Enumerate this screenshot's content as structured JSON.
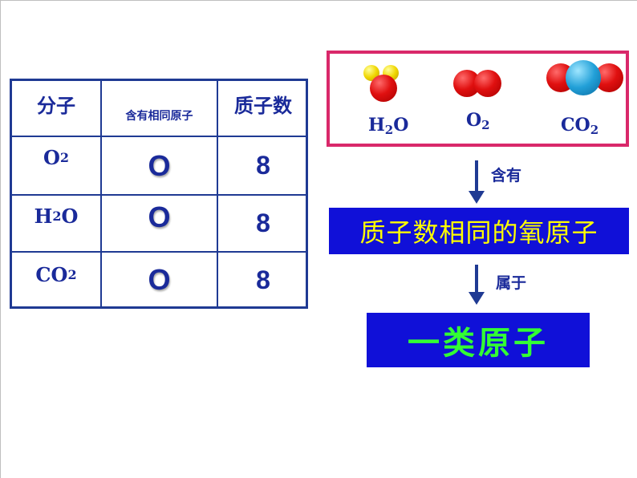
{
  "table": {
    "headers": [
      "分子",
      "含有相同原子",
      "质子数"
    ],
    "rows": [
      {
        "molecule": "O",
        "molecule_sub": "2",
        "molecule_tail": "",
        "atom": "O",
        "protons": "8"
      },
      {
        "molecule": "H",
        "molecule_sub": "2",
        "molecule_tail": "O",
        "atom": "O",
        "protons": "8"
      },
      {
        "molecule": "CO",
        "molecule_sub": "2",
        "molecule_tail": "",
        "atom": "O",
        "protons": "8"
      }
    ]
  },
  "molecules": [
    {
      "label": "H",
      "sub": "2",
      "tail": "O"
    },
    {
      "label": "O",
      "sub": "2",
      "tail": ""
    },
    {
      "label": "CO",
      "sub": "2",
      "tail": ""
    }
  ],
  "flow": {
    "arrow1_label": "含有",
    "box1_text": "质子数相同的氧原子",
    "arrow2_label": "属于",
    "box2_text": "一类原子"
  },
  "colors": {
    "table_border": "#1f3a93",
    "text_blue": "#1a2a9a",
    "molecule_box_border": "#d9286a",
    "flow_box_bg": "#1010d8",
    "box1_text": "#ffff00",
    "box2_text": "#33ff33",
    "oxygen": "#e01010",
    "hydrogen": "#f0d600",
    "carbon": "#22a0d8"
  }
}
